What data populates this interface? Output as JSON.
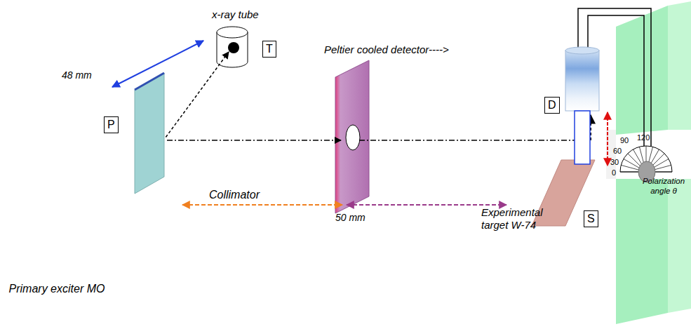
{
  "diagram": {
    "nodes": [
      {
        "text": [
          "T"
        ]
      },
      {
        "text": [
          "D"
        ]
      },
      {
        "text": [
          "P"
        ]
      },
      {
        "text": [
          "S"
        ]
      }
    ],
    "labels": [
      "Peltier cooled detector---->",
      "x-ray tube",
      "48 mm",
      "Collimator",
      "50 mm",
      "Experimental target W-74",
      "Primary exciter MO",
      "Polarization angle θ",
      "0",
      "30",
      "60",
      "90",
      "120"
    ]
  }
}
